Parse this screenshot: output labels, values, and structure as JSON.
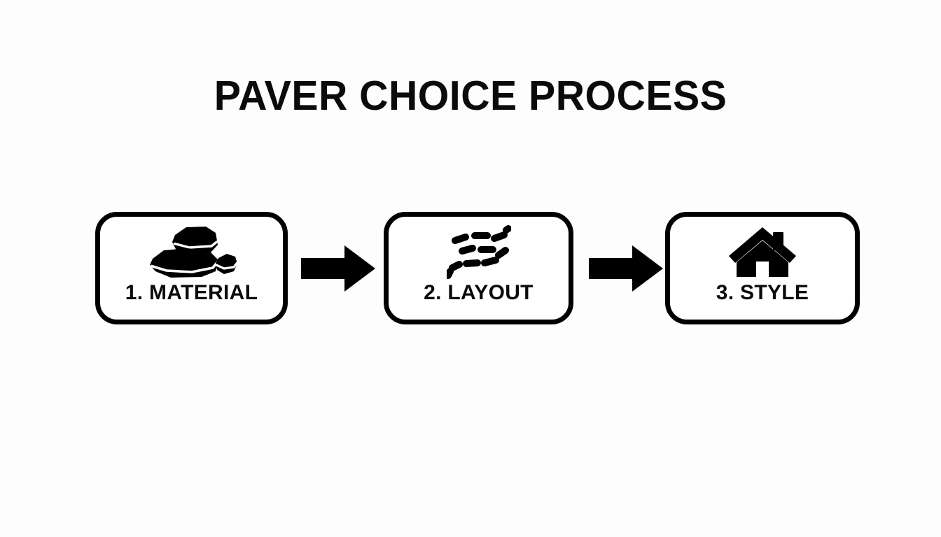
{
  "page": {
    "title": "PAVER CHOICE PROCESS",
    "background_color": "#fdfdfe",
    "ink_color": "#000000"
  },
  "diagram": {
    "type": "linear-process-flow",
    "orientation": "horizontal",
    "step_count": 3,
    "connector": "solid-block-arrow",
    "steps": [
      {
        "number": "1",
        "label": "1. MATERIAL",
        "name": "MATERIAL",
        "icon": "stacked-stones-icon"
      },
      {
        "number": "2",
        "label": "2. LAYOUT",
        "name": "LAYOUT",
        "icon": "herringbone-paver-pattern-icon"
      },
      {
        "number": "3",
        "label": "3. STYLE",
        "name": "STYLE",
        "icon": "house-icon"
      }
    ],
    "arrows": [
      {
        "from": "1. MATERIAL",
        "to": "2. LAYOUT",
        "glyph": "right-arrow"
      },
      {
        "from": "2. LAYOUT",
        "to": "3. STYLE",
        "glyph": "right-arrow"
      }
    ]
  }
}
